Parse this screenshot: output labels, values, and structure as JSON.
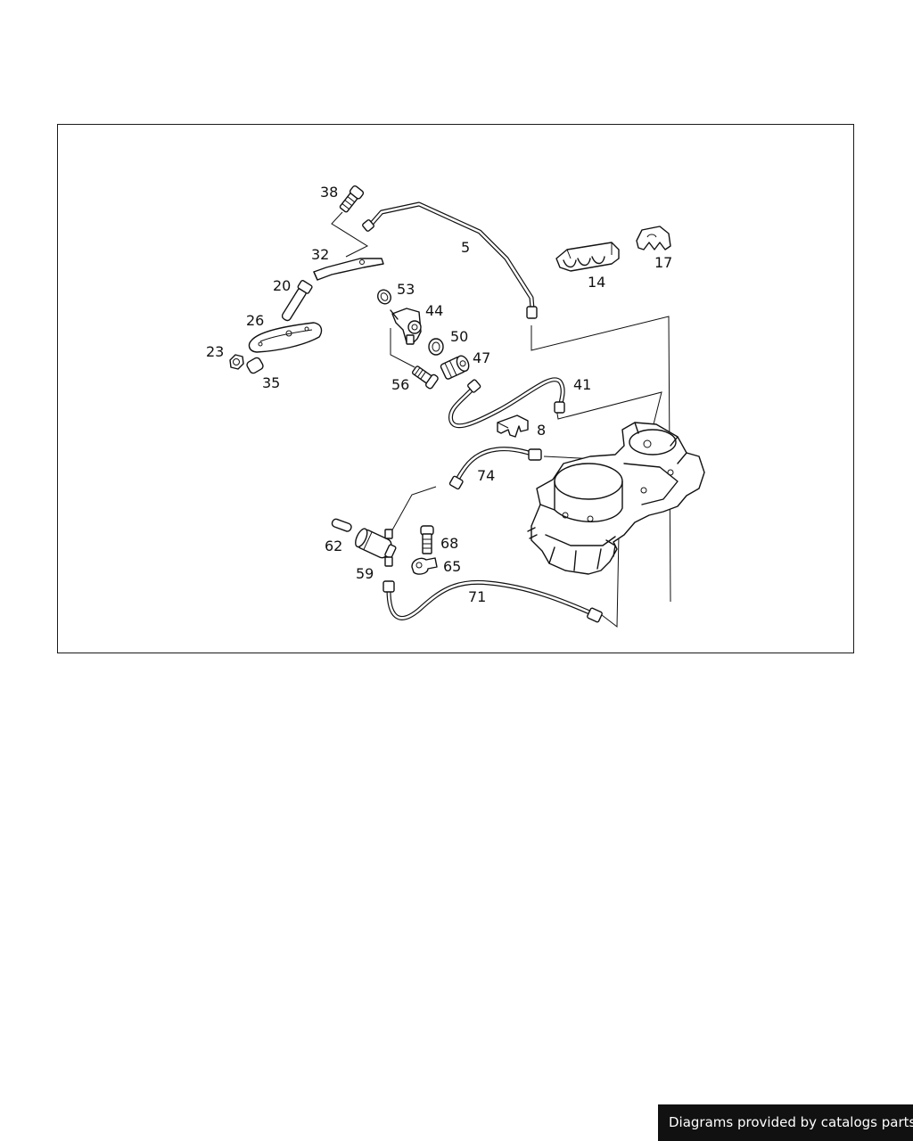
{
  "diagram": {
    "part_labels": {
      "p38": "38",
      "p5": "5",
      "p32": "32",
      "p14": "14",
      "p17": "17",
      "p20": "20",
      "p53": "53",
      "p26": "26",
      "p44": "44",
      "p50": "50",
      "p23": "23",
      "p47": "47",
      "p35": "35",
      "p56": "56",
      "p41": "41",
      "p8": "8",
      "p74": "74",
      "p62": "62",
      "p68": "68",
      "p65": "65",
      "p59": "59",
      "p71": "71"
    }
  },
  "footer": {
    "credit_text": "Diagrams provided by catalogs parts"
  }
}
